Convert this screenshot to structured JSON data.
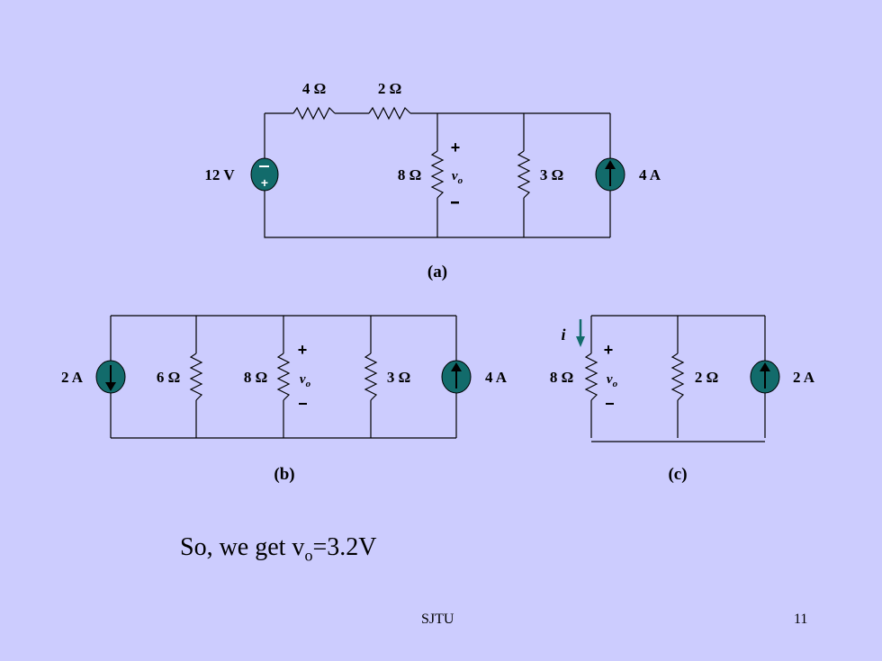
{
  "circuit_a": {
    "r1": "4 Ω",
    "r2": "2 Ω",
    "vs": "12 V",
    "r_mid": "8 Ω",
    "vo": "vo",
    "r3": "3 Ω",
    "is": "4 A",
    "caption": "(a)"
  },
  "circuit_b": {
    "is_left": "2 A",
    "r1": "6 Ω",
    "r2": "8 Ω",
    "vo": "vo",
    "r3": "3 Ω",
    "is_right": "4 A",
    "caption": "(b)"
  },
  "circuit_c": {
    "current": "i",
    "r1": "8 Ω",
    "vo": "vo",
    "r2": "2 Ω",
    "is": "2 A",
    "caption": "(c)"
  },
  "conclusion": {
    "prefix": "So, we get v",
    "sub": "o",
    "suffix": "=3.2V"
  },
  "footer": {
    "org": "SJTU",
    "page": "11"
  },
  "colors": {
    "background": "#ccccfe",
    "source_fill": "#126b6b"
  }
}
